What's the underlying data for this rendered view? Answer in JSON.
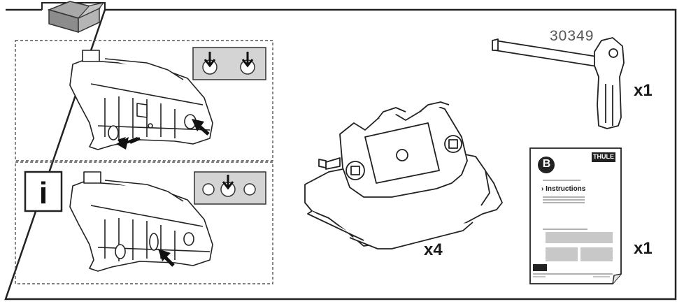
{
  "frame": {
    "stroke_color": "#222222",
    "panel_color": "#d4d4d4",
    "dashed_color": "#555555"
  },
  "icons": {
    "box": "open-box-icon",
    "info": "info-icon",
    "tool": "allen-key-tool-icon",
    "foot": "roof-rack-foot-icon",
    "manual": "instruction-booklet-icon"
  },
  "tool": {
    "part_number": "30349",
    "quantity": "x1"
  },
  "foot": {
    "quantity": "x4"
  },
  "manual": {
    "badge_letter": "B",
    "brand": "THULE",
    "heading": "Instructions",
    "quantity": "x1"
  },
  "info_panel": {
    "symbol": "i"
  }
}
